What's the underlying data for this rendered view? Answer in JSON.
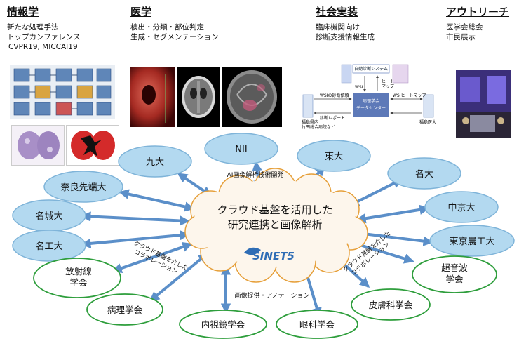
{
  "columns": {
    "informatics": {
      "title": "情報学",
      "lines": [
        "新たな処理手法",
        "トップカンファレンス",
        "CVPR19, MICCAI19"
      ]
    },
    "medicine": {
      "title": "医学",
      "lines": [
        "検出・分類・部位判定",
        "生成・セグメンテーション"
      ]
    },
    "social": {
      "title": "社会実装",
      "lines": [
        "臨床機関向け",
        "診断支援情報生成"
      ]
    },
    "outreach": {
      "title": "アウトリーチ",
      "lines": [
        "医学会総会",
        "市民展示"
      ]
    }
  },
  "flow_diagram": {
    "auto_system": "自動診断システム",
    "wsi": "WSI",
    "heatmap_top": [
      "ヒート",
      "マップ"
    ],
    "wsi_request": "WSIの診断依頼",
    "wsi_heatmap": "WSIヒートマップ",
    "center": [
      "病理学会",
      "データセンター"
    ],
    "diagnosis_report": "診断レポート",
    "left_site": [
      "福島県内",
      "竹田総合病院など"
    ],
    "right_site": "福島医大"
  },
  "center": {
    "line1": "クラウド基盤を活用した",
    "line2": "研究連携と画像解析",
    "logo": "SINET5"
  },
  "annotations": {
    "top": "AI画像解析技術開発",
    "bottom": "画像提供・アノテーション",
    "left": [
      "クラウド基盤を介した",
      "コラボレーション"
    ],
    "right": [
      "クラウド基盤を介した",
      "コラボレーション"
    ]
  },
  "universities": [
    "NII",
    "九大",
    "東大",
    "奈良先端大",
    "名大",
    "名城大",
    "中京大",
    "名工大",
    "東京農工大"
  ],
  "societies": [
    [
      "放射線",
      "学会"
    ],
    "病理学会",
    "内視鏡学会",
    "眼科学会",
    "皮膚科学会",
    [
      "超音波",
      "学会"
    ]
  ],
  "colors": {
    "uni_fill": "#b3d9f0",
    "uni_stroke": "#7fb4d9",
    "society_stroke": "#2e9e3c",
    "arrow": "#5b8fc9"
  }
}
